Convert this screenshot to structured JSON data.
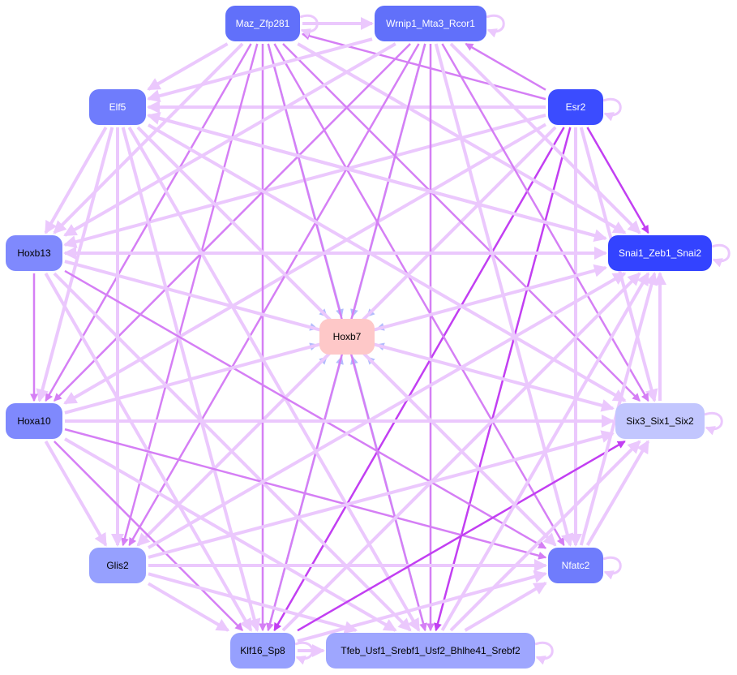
{
  "nodes": [
    {
      "id": "maz",
      "label": "Maz_Zfp281",
      "fill": "#6170fa",
      "text": "#ffffff"
    },
    {
      "id": "wrnip1",
      "label": "Wrnip1_Mta3_Rcor1",
      "fill": "#6170fa",
      "text": "#ffffff"
    },
    {
      "id": "elf5",
      "label": "Elf5",
      "fill": "#6f7cfc",
      "text": "#ffffff"
    },
    {
      "id": "esr2",
      "label": "Esr2",
      "fill": "#3b4cff",
      "text": "#ffffff"
    },
    {
      "id": "hoxb13",
      "label": "Hoxb13",
      "fill": "#7f89fd",
      "text": "#000000"
    },
    {
      "id": "snai1",
      "label": "Snai1_Zeb1_Snai2",
      "fill": "#3343ff",
      "text": "#ffffff"
    },
    {
      "id": "hoxb7",
      "label": "Hoxb7",
      "fill": "#fec8c8",
      "text": "#000000"
    },
    {
      "id": "hoxa10",
      "label": "Hoxa10",
      "fill": "#7f89fd",
      "text": "#000000"
    },
    {
      "id": "six3",
      "label": "Six3_Six1_Six2",
      "fill": "#c2c6fe",
      "text": "#000000"
    },
    {
      "id": "glis2",
      "label": "Glis2",
      "fill": "#96a0fe",
      "text": "#000000"
    },
    {
      "id": "nfatc2",
      "label": "Nfatc2",
      "fill": "#6f7cfc",
      "text": "#ffffff"
    },
    {
      "id": "klf16",
      "label": "Klf16_Sp8",
      "fill": "#96a0fe",
      "text": "#000000"
    },
    {
      "id": "tfeb",
      "label": "Tfeb_Usf1_Srebf1_Usf2_Bhlhe41_Srebf2",
      "fill": "#9ea6fe",
      "text": "#000000"
    }
  ],
  "edge_colors": {
    "light": "#ebc8fd",
    "medium": "#d57ff5",
    "strong": "#c23ff2",
    "blue": "#b3bcfd"
  },
  "edges": [
    [
      "maz",
      "hoxb7",
      "blue"
    ],
    [
      "wrnip1",
      "hoxb7",
      "blue"
    ],
    [
      "elf5",
      "hoxb7",
      "blue"
    ],
    [
      "esr2",
      "hoxb7",
      "blue"
    ],
    [
      "hoxb13",
      "hoxb7",
      "blue"
    ],
    [
      "snai1",
      "hoxb7",
      "blue"
    ],
    [
      "hoxa10",
      "hoxb7",
      "blue"
    ],
    [
      "six3",
      "hoxb7",
      "blue"
    ],
    [
      "glis2",
      "hoxb7",
      "blue"
    ],
    [
      "nfatc2",
      "hoxb7",
      "blue"
    ],
    [
      "klf16",
      "hoxb7",
      "blue"
    ],
    [
      "tfeb",
      "hoxb7",
      "blue"
    ],
    [
      "maz",
      "wrnip1",
      "light"
    ],
    [
      "esr2",
      "maz",
      "medium"
    ],
    [
      "esr2",
      "wrnip1",
      "medium"
    ],
    [
      "esr2",
      "snai1",
      "strong"
    ],
    [
      "esr2",
      "klf16",
      "strong"
    ],
    [
      "esr2",
      "tfeb",
      "strong"
    ],
    [
      "esr2",
      "elf5",
      "light"
    ],
    [
      "esr2",
      "hoxb13",
      "light"
    ],
    [
      "esr2",
      "hoxa10",
      "light"
    ],
    [
      "esr2",
      "glis2",
      "light"
    ],
    [
      "esr2",
      "nfatc2",
      "light"
    ],
    [
      "esr2",
      "six3",
      "light"
    ],
    [
      "maz",
      "elf5",
      "light"
    ],
    [
      "maz",
      "hoxb13",
      "light"
    ],
    [
      "maz",
      "hoxa10",
      "medium"
    ],
    [
      "maz",
      "glis2",
      "medium"
    ],
    [
      "maz",
      "klf16",
      "medium"
    ],
    [
      "maz",
      "tfeb",
      "medium"
    ],
    [
      "maz",
      "nfatc2",
      "medium"
    ],
    [
      "maz",
      "six3",
      "medium"
    ],
    [
      "maz",
      "snai1",
      "light"
    ],
    [
      "wrnip1",
      "elf5",
      "light"
    ],
    [
      "wrnip1",
      "hoxb13",
      "light"
    ],
    [
      "wrnip1",
      "hoxa10",
      "medium"
    ],
    [
      "wrnip1",
      "glis2",
      "medium"
    ],
    [
      "wrnip1",
      "klf16",
      "medium"
    ],
    [
      "wrnip1",
      "tfeb",
      "medium"
    ],
    [
      "wrnip1",
      "nfatc2",
      "light"
    ],
    [
      "wrnip1",
      "six3",
      "medium"
    ],
    [
      "wrnip1",
      "snai1",
      "light"
    ],
    [
      "elf5",
      "snai1",
      "light"
    ],
    [
      "elf5",
      "hoxb13",
      "light"
    ],
    [
      "elf5",
      "hoxa10",
      "light"
    ],
    [
      "elf5",
      "glis2",
      "light"
    ],
    [
      "elf5",
      "klf16",
      "light"
    ],
    [
      "elf5",
      "tfeb",
      "light"
    ],
    [
      "elf5",
      "nfatc2",
      "light"
    ],
    [
      "elf5",
      "six3",
      "light"
    ],
    [
      "hoxb13",
      "snai1",
      "light"
    ],
    [
      "hoxb13",
      "hoxa10",
      "medium"
    ],
    [
      "hoxb13",
      "klf16",
      "light"
    ],
    [
      "hoxb13",
      "tfeb",
      "light"
    ],
    [
      "hoxb13",
      "nfatc2",
      "medium"
    ],
    [
      "hoxb13",
      "six3",
      "light"
    ],
    [
      "hoxa10",
      "six3",
      "light"
    ],
    [
      "hoxa10",
      "snai1",
      "light"
    ],
    [
      "hoxa10",
      "nfatc2",
      "medium"
    ],
    [
      "hoxa10",
      "klf16",
      "medium"
    ],
    [
      "hoxa10",
      "tfeb",
      "light"
    ],
    [
      "hoxa10",
      "glis2",
      "light"
    ],
    [
      "glis2",
      "snai1",
      "light"
    ],
    [
      "glis2",
      "six3",
      "light"
    ],
    [
      "glis2",
      "nfatc2",
      "light"
    ],
    [
      "glis2",
      "klf16",
      "light"
    ],
    [
      "glis2",
      "tfeb",
      "light"
    ],
    [
      "klf16",
      "six3",
      "strong"
    ],
    [
      "klf16",
      "snai1",
      "light"
    ],
    [
      "klf16",
      "nfatc2",
      "light"
    ],
    [
      "klf16",
      "tfeb",
      "light"
    ],
    [
      "tfeb",
      "snai1",
      "light"
    ],
    [
      "tfeb",
      "six3",
      "light"
    ],
    [
      "tfeb",
      "nfatc2",
      "light"
    ],
    [
      "nfatc2",
      "snai1",
      "light"
    ],
    [
      "nfatc2",
      "six3",
      "light"
    ],
    [
      "six3",
      "snai1",
      "light"
    ],
    [
      "snai1",
      "hoxb13",
      "light"
    ],
    [
      "snai1",
      "elf5",
      "light"
    ]
  ],
  "self_loops": [
    "maz",
    "wrnip1",
    "esr2",
    "snai1",
    "six3",
    "nfatc2",
    "klf16",
    "tfeb"
  ]
}
